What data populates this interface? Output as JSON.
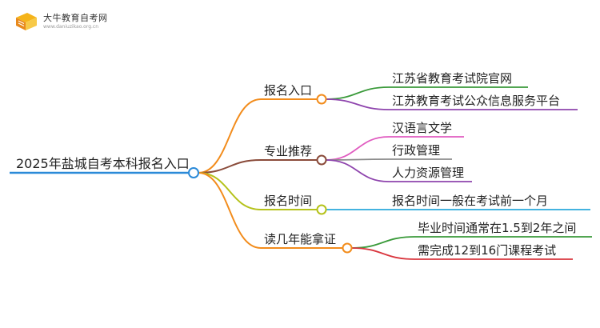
{
  "logo": {
    "name": "大牛教育自考网",
    "url": "www.daniuzikao.org.cn"
  },
  "mindmap": {
    "root": {
      "label": "2025年盐城自考本科报名入口",
      "color": "#2b8ad8"
    },
    "branches": [
      {
        "label": "报名入口",
        "color": "#f28c1c",
        "children": [
          {
            "label": "江苏省教育考试院官网",
            "color": "#3a9a3a"
          },
          {
            "label": "江苏教育考试公众信息服务平台",
            "color": "#8e44ad"
          }
        ]
      },
      {
        "label": "专业推荐",
        "color": "#8a4b3a",
        "children": [
          {
            "label": "汉语言文学",
            "color": "#e05cc0"
          },
          {
            "label": "行政管理",
            "color": "#8c8c8c"
          },
          {
            "label": "人力资源管理",
            "color": "#8e44ad"
          }
        ]
      },
      {
        "label": "报名时间",
        "color": "#b5c21b",
        "children": [
          {
            "label": "报名时间一般在考试前一个月",
            "color": "#29a8dc"
          }
        ]
      },
      {
        "label": "读几年能拿证",
        "color": "#f28c1c",
        "children": [
          {
            "label": "毕业时间通常在1.5到2年之间",
            "color": "#3a9a3a"
          },
          {
            "label": "需完成12到16门课程考试",
            "color": "#d9363e"
          }
        ]
      }
    ]
  }
}
